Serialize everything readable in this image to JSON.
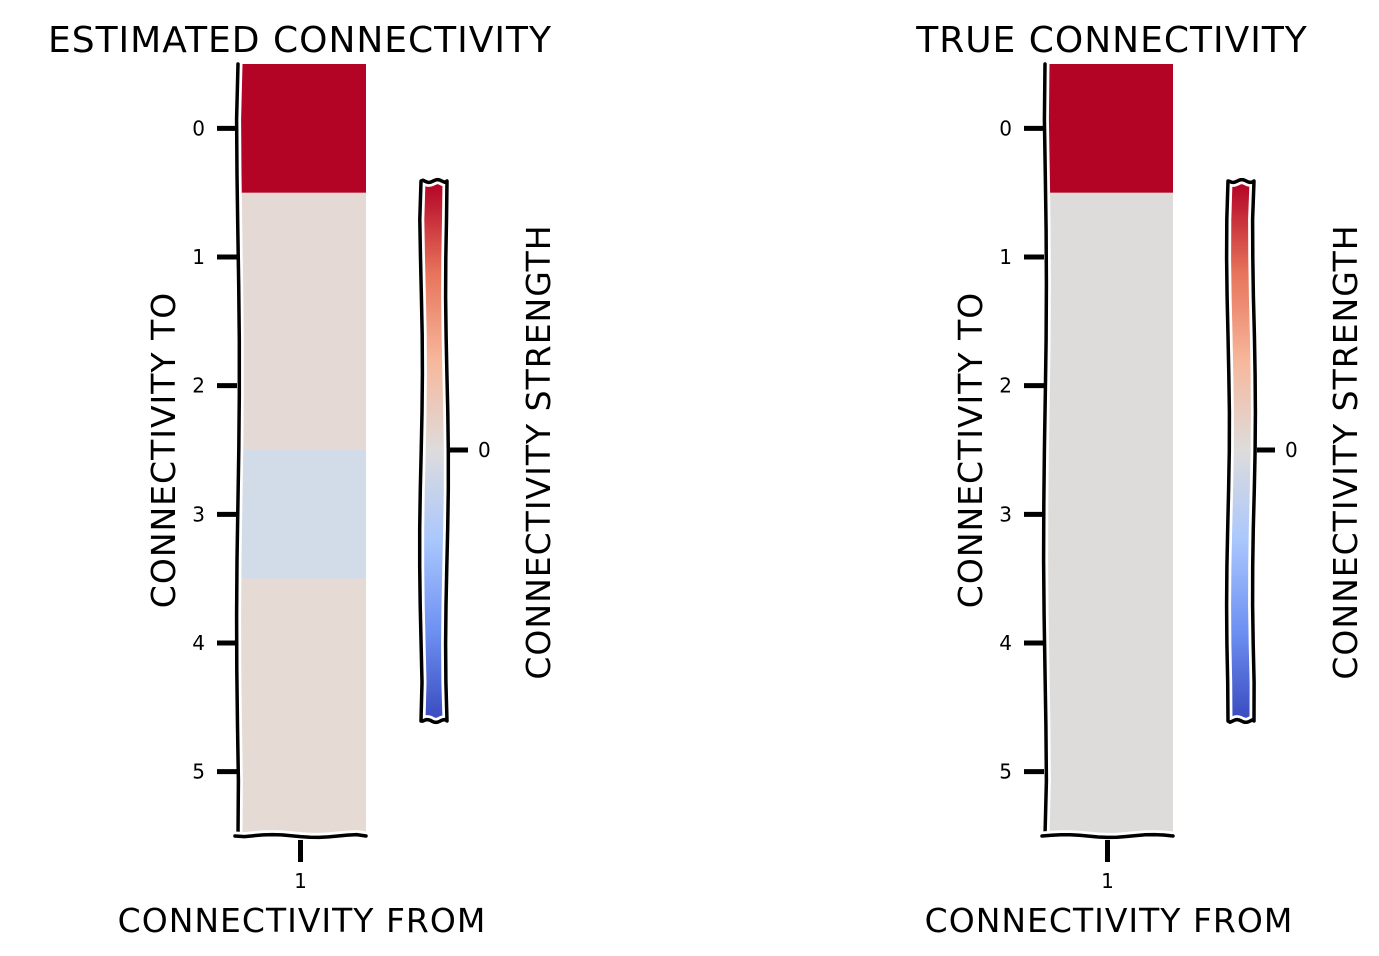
{
  "chart_data": [
    {
      "type": "heatmap",
      "title": "ESTIMATED CONNECTIVITY",
      "xlabel": "CONNECTIVITY FROM",
      "ylabel": "CONNECTIVITY TO",
      "x_ticks": [
        "1"
      ],
      "y_ticks": [
        "0",
        "1",
        "2",
        "3",
        "4",
        "5"
      ],
      "cell_colors": [
        "#b40426",
        "#e4d9d4",
        "#e4d9d4",
        "#d2dbe8",
        "#e5dbd4",
        "#e5dbd4"
      ],
      "colorbar": {
        "label": "CONNECTIVITY STRENGTH",
        "ticks": [
          "0"
        ],
        "colormap": "coolwarm"
      }
    },
    {
      "type": "heatmap",
      "title": "TRUE CONNECTIVITY",
      "xlabel": "CONNECTIVITY FROM",
      "ylabel": "CONNECTIVITY TO",
      "x_ticks": [
        "1"
      ],
      "y_ticks": [
        "0",
        "1",
        "2",
        "3",
        "4",
        "5"
      ],
      "cell_colors": [
        "#b40426",
        "#dddcdb",
        "#dddcdb",
        "#dddcdb",
        "#dddcdb",
        "#dddcdb"
      ],
      "colorbar": {
        "label": "CONNECTIVITY STRENGTH",
        "ticks": [
          "0"
        ],
        "colormap": "coolwarm"
      }
    }
  ],
  "colors": {
    "coolwarm_stops": [
      "#3b4cc0",
      "#6f92f3",
      "#aac7fd",
      "#dddcdc",
      "#f7b89c",
      "#e7745b",
      "#b40426"
    ]
  }
}
